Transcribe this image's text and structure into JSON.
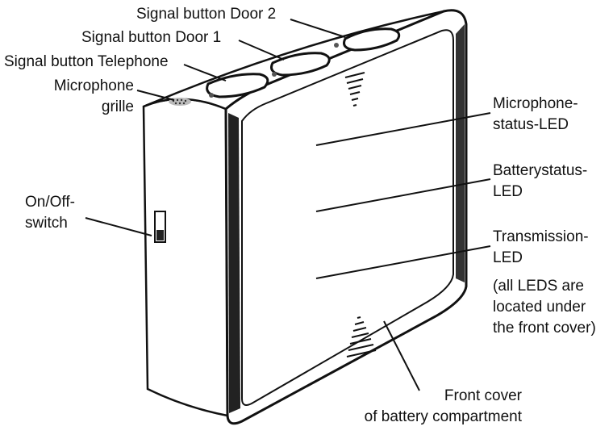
{
  "labels": {
    "signal_door2": "Signal button Door 2",
    "signal_door1": "Signal button Door 1",
    "signal_telephone": "Signal button Telephone",
    "microphone_grille": [
      "Microphone",
      "grille"
    ],
    "on_off_switch": [
      "On/Off-",
      "switch"
    ],
    "microphone_status_led": [
      "Microphone-",
      "status-LED"
    ],
    "battery_status_led": [
      "Batterystatus-",
      "LED"
    ],
    "transmission_led": [
      "Transmission-",
      "LED"
    ],
    "leds_note": [
      "(all LEDS are",
      "located under",
      "the front cover)"
    ],
    "front_cover": [
      "Front cover",
      "of battery compartment"
    ]
  },
  "colors": {
    "line": "#111111",
    "device_face": "#ffffff",
    "device_edge": "#111111",
    "button_fill": "#ffffff"
  }
}
